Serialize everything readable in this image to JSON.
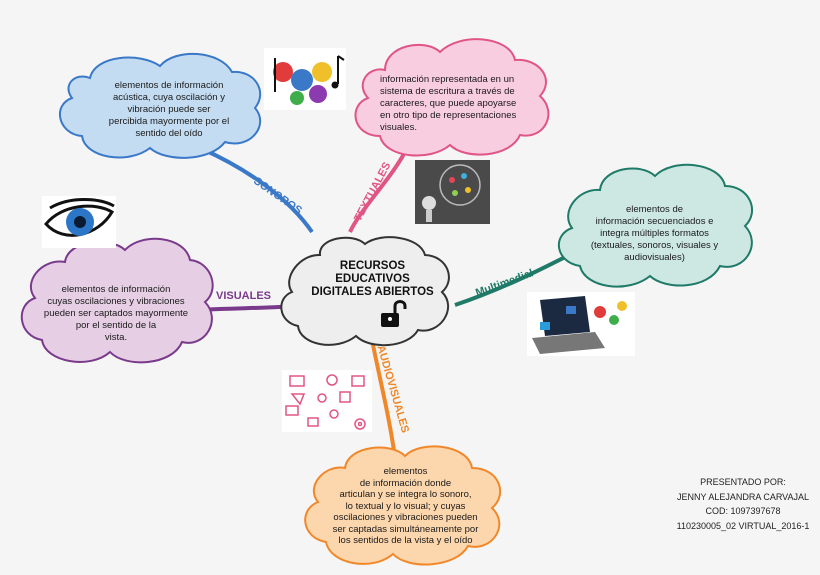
{
  "center": {
    "line1": "RECURSOS",
    "line2": "EDUCATIVOS",
    "line3": "DIGITALES ABIERTOS"
  },
  "branches": {
    "sonoros": {
      "label": "SONOROS",
      "color": "#3a78c8",
      "text_lines": [
        "elementos  de información",
        "acústica, cuya oscilación y",
        "vibración puede ser",
        "percibida mayormente por el",
        "sentido del oído"
      ]
    },
    "textuales": {
      "label": "TEXTUALES",
      "color": "#e05585",
      "text_lines": [
        "información representada en un",
        "sistema de escritura a través de",
        "caracteres, que puede apoyarse",
        "en otro tipo de representaciones",
        "visuales."
      ]
    },
    "multimedial": {
      "label": "Multimedial",
      "color": "#1f7a68",
      "text_lines": [
        "elementos de",
        "información secuenciados e",
        "integra múltiples formatos",
        "(textuales, sonoros, visuales y",
        "audiovisuales)"
      ]
    },
    "visuales": {
      "label": "VISUALES",
      "color": "#7a3a8c",
      "text_lines": [
        "elementos de información",
        "cuyas oscilaciones y vibraciones",
        "pueden ser captados mayormente",
        "por el sentido de la",
        "vista."
      ]
    },
    "audiovisuales": {
      "label": "AUDIOVISUALES",
      "color": "#f0882a",
      "text_lines": [
        "elementos",
        "de información donde",
        "articulan y se integra lo sonoro,",
        "lo textual y lo visual; y cuyas",
        "oscilaciones y vibraciones pueden",
        "ser captadas simultáneamente por",
        "los sentidos de la vista y el oído"
      ]
    }
  },
  "credits": {
    "line1": "PRESENTADO POR:",
    "line2": "JENNY ALEJANDRA CARVAJAL",
    "line3": "COD: 1097397678",
    "line4": "110230005_02 VIRTUAL_2016-1"
  },
  "icons": [
    "music-notes-icon",
    "lightbulb-head-icon",
    "eye-icon",
    "laptop-media-icon",
    "media-icons-grid",
    "unlock-icon"
  ]
}
